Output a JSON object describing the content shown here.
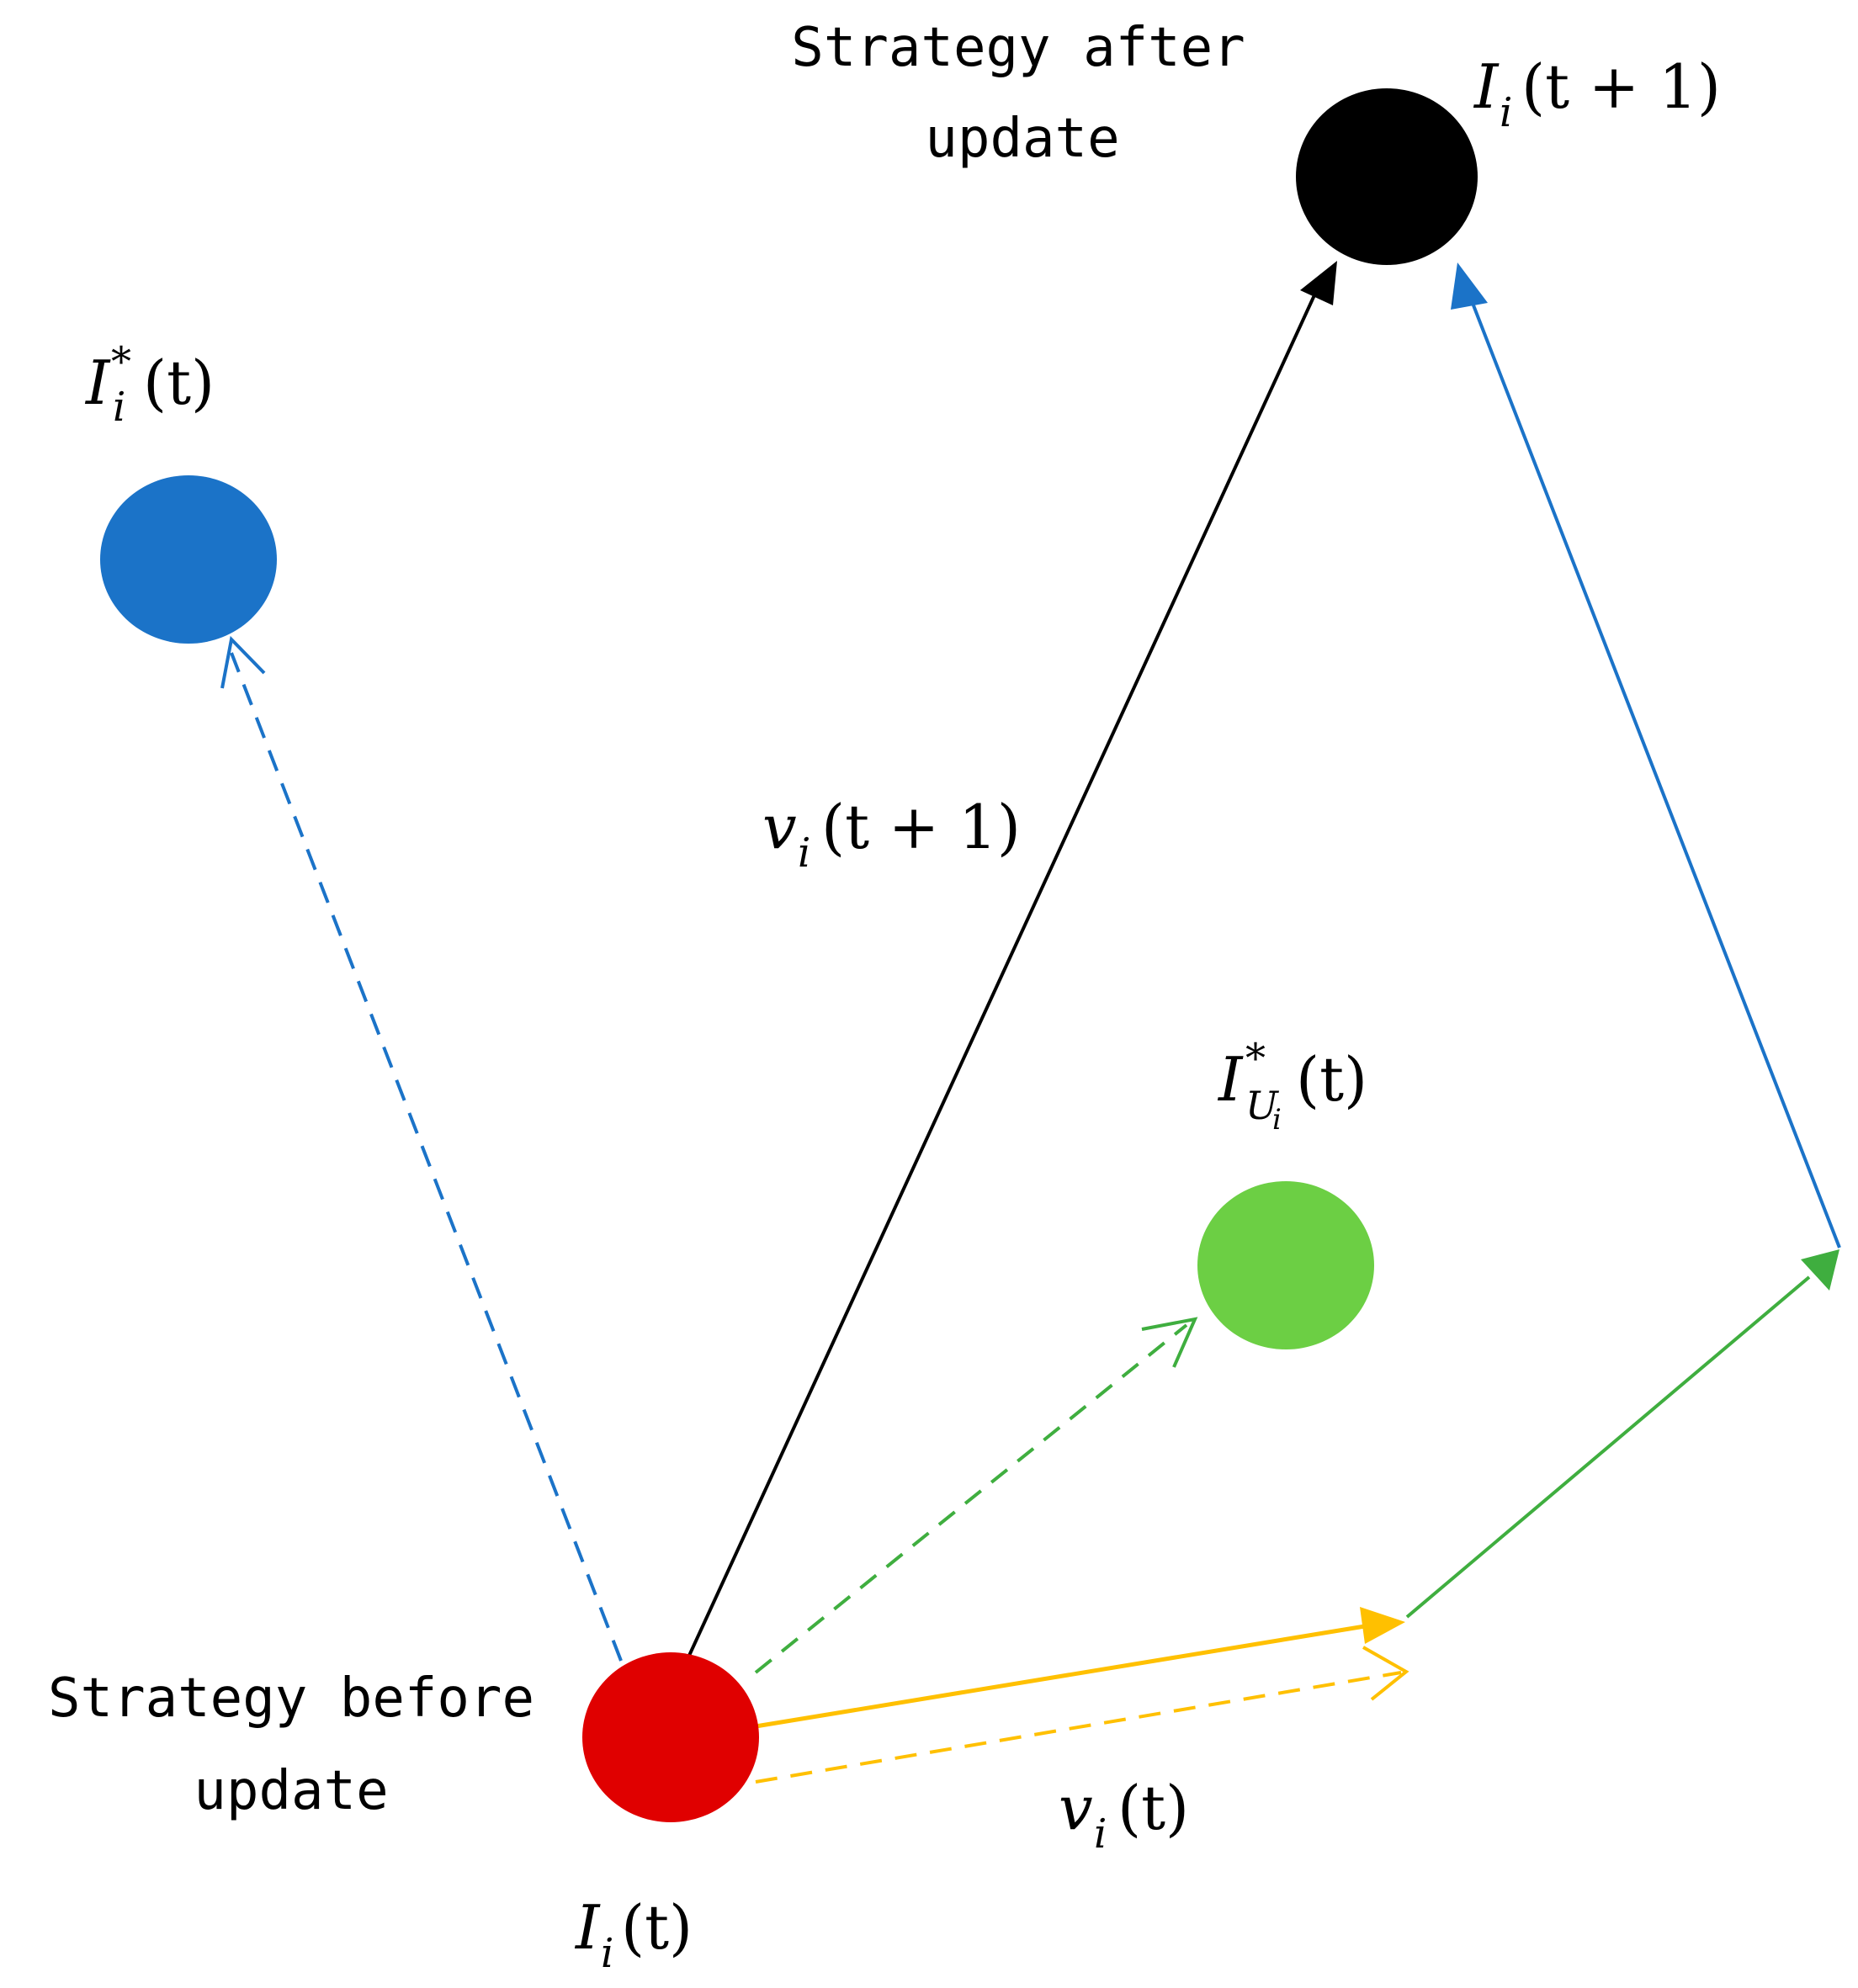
{
  "labels": {
    "after_line1": "Strategy after",
    "after_line2": "update",
    "before_line1": "Strategy before",
    "before_line2": "update"
  },
  "math": {
    "black_node": {
      "base": "I",
      "sub": "i",
      "args": "(t + 1)"
    },
    "blue_node": {
      "base": "I",
      "sup": "*",
      "sub": "i",
      "args": "(t)"
    },
    "green_node": {
      "base": "I",
      "sup": "*",
      "sub": "U",
      "subsub": "i",
      "args": "(t)"
    },
    "red_node": {
      "base": "I",
      "sub": "i",
      "args": "(t)"
    },
    "velocity_next": {
      "base": "v",
      "sub": "i",
      "args": "(t + 1)"
    },
    "velocity_now": {
      "base": "v",
      "sub": "i",
      "args": "(t)"
    }
  },
  "colors": {
    "red": "#e00000",
    "black": "#000000",
    "blue": "#1b73c8",
    "green": "#6ccf44",
    "green_arrow": "#3fae3f",
    "yellow": "#ffc000"
  }
}
